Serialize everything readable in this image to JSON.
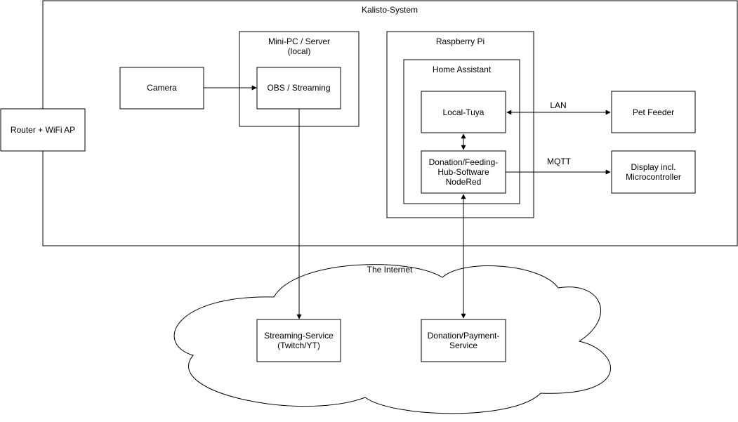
{
  "diagram": {
    "system_title": "Kalisto-System",
    "nodes": {
      "router": "Router + WiFi AP",
      "camera": "Camera",
      "minipc": "Mini-PC / Server\n(local)",
      "obs": "OBS / Streaming",
      "raspberry": "Raspberry Pi",
      "home_assistant": "Home Assistant",
      "local_tuya": "Local-Tuya",
      "donation_hub": "Donation/Feeding-\nHub-Software\nNodeRed",
      "pet_feeder": "Pet Feeder",
      "display": "Display incl.\nMicrocontroller",
      "internet": "The Internet",
      "streaming_service": "Streaming-Service\n(Twitch/YT)",
      "payment_service": "Donation/Payment-\nService"
    },
    "edges": {
      "lan": "LAN",
      "mqtt": "MQTT"
    },
    "colors": {
      "stroke": "#000000",
      "fill": "#ffffff"
    }
  }
}
